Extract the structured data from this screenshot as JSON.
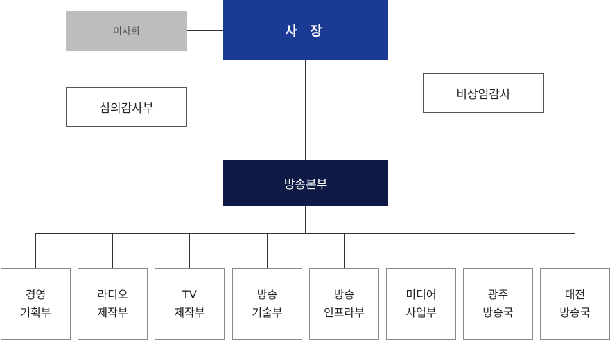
{
  "board": "이사회",
  "president": "사 장",
  "audit_dept": "심의감사부",
  "auditor": "비상임감사",
  "broadcast_hq": "방송본부",
  "departments": [
    {
      "line1": "경영",
      "line2": "기획부"
    },
    {
      "line1": "라디오",
      "line2": "제작부"
    },
    {
      "line1": "TV",
      "line2": "제작부"
    },
    {
      "line1": "방송",
      "line2": "기술부"
    },
    {
      "line1": "방송",
      "line2": "인프라부"
    },
    {
      "line1": "미디어",
      "line2": "사업부"
    },
    {
      "line1": "광주",
      "line2": "방송국"
    },
    {
      "line1": "대전",
      "line2": "방송국"
    }
  ],
  "colors": {
    "president": "#1b3a94",
    "broadcast_hq": "#0e1a45",
    "board": "#bdbdbd"
  }
}
